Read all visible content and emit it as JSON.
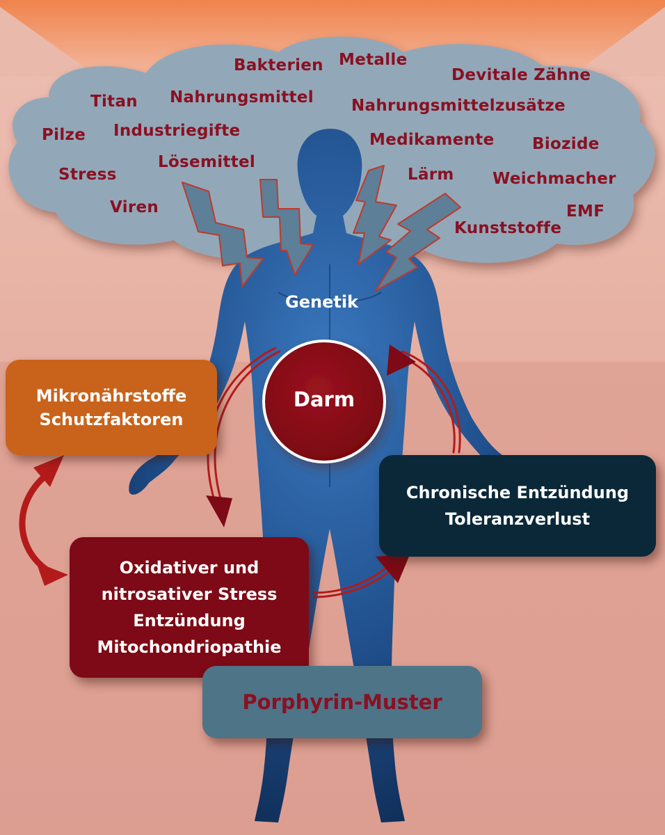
{
  "cloud_factors": [
    {
      "id": "bakterien",
      "label": "Bakterien"
    },
    {
      "id": "metalle",
      "label": "Metalle"
    },
    {
      "id": "devitale-zaehne",
      "label": "Devitale Zähne"
    },
    {
      "id": "titan",
      "label": "Titan"
    },
    {
      "id": "nahrungsmittel",
      "label": "Nahrungsmittel"
    },
    {
      "id": "nahrungsmittelzusaetze",
      "label": "Nahrungsmittelzusätze"
    },
    {
      "id": "pilze",
      "label": "Pilze"
    },
    {
      "id": "industriegifte",
      "label": "Industriegifte"
    },
    {
      "id": "medikamente",
      "label": "Medikamente"
    },
    {
      "id": "biozide",
      "label": "Biozide"
    },
    {
      "id": "stress",
      "label": "Stress"
    },
    {
      "id": "loesemittel",
      "label": "Lösemittel"
    },
    {
      "id": "laerm",
      "label": "Lärm"
    },
    {
      "id": "weichmacher",
      "label": "Weichmacher"
    },
    {
      "id": "viren",
      "label": "Viren"
    },
    {
      "id": "emf",
      "label": "EMF"
    },
    {
      "id": "kunststoffe",
      "label": "Kunststoffe"
    }
  ],
  "genetik": "Genetik",
  "darm": "Darm",
  "boxes": {
    "mikro": {
      "lines": [
        "Mikronährstoffe",
        "Schutzfaktoren"
      ]
    },
    "oxi": {
      "lines": [
        "Oxidativer und",
        "nitrosativer Stress",
        "Entzündung",
        "Mitochondriopathie"
      ]
    },
    "chron": {
      "lines": [
        "Chronische Entzündung",
        "Toleranzverlust"
      ]
    },
    "porph": {
      "label": "Porphyrin-Muster"
    }
  },
  "colors": {
    "sky_top": "#f0854f",
    "background_upper": "#e8b3a6",
    "background_lower": "#dfa396",
    "cloud": "#92a8b8",
    "factor_text": "#8a1022",
    "body": "#1f4e8a",
    "darm": "#8b0a14",
    "box_orange": "#c9631b",
    "box_red": "#7d0a16",
    "box_navy": "#0b2839",
    "box_slate": "#4e7488",
    "porph_text": "#8a1022",
    "arrow_red": "#b31b1b",
    "bolt_fill": "#5d7f97",
    "bolt_stroke": "#c0392b"
  }
}
